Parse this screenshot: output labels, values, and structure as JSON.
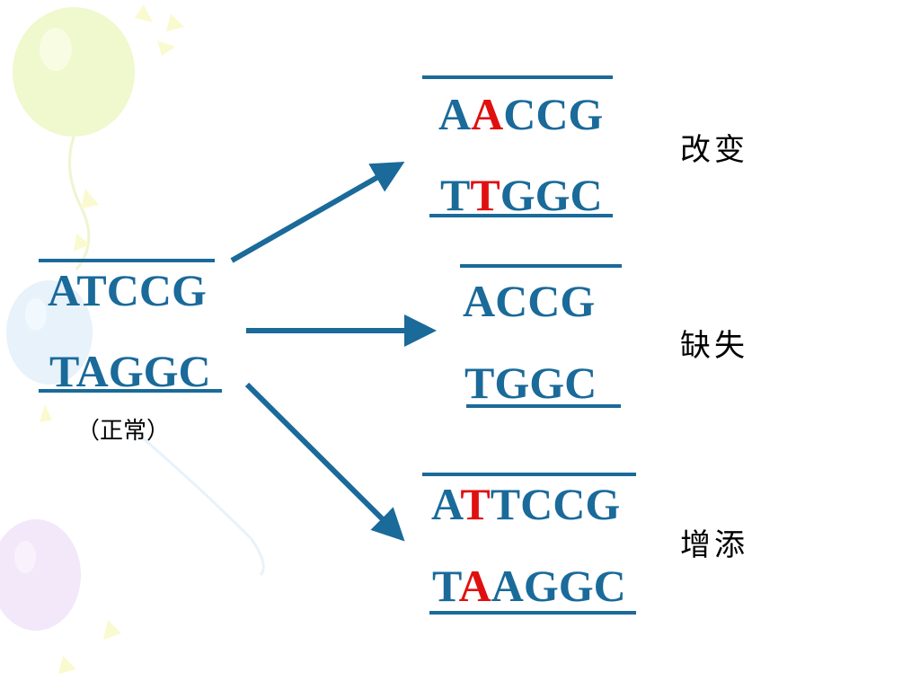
{
  "colors": {
    "strand": "#1a6a9a",
    "mutation": "#e01010",
    "label": "#000000"
  },
  "normal": {
    "top": "ATCCG",
    "bottom": "TAGGC",
    "note": "（正常）"
  },
  "change": {
    "top": [
      "A",
      "A",
      "CCG"
    ],
    "bottom": [
      "T",
      "T",
      "GGC"
    ],
    "label": "改变"
  },
  "deletion": {
    "top": "ACCG",
    "bottom": "TGGC",
    "label": "缺失"
  },
  "insertion": {
    "top": [
      "A",
      "T",
      "TCCG"
    ],
    "bottom": [
      "T",
      "A",
      "AGGC"
    ],
    "label": "增添"
  }
}
